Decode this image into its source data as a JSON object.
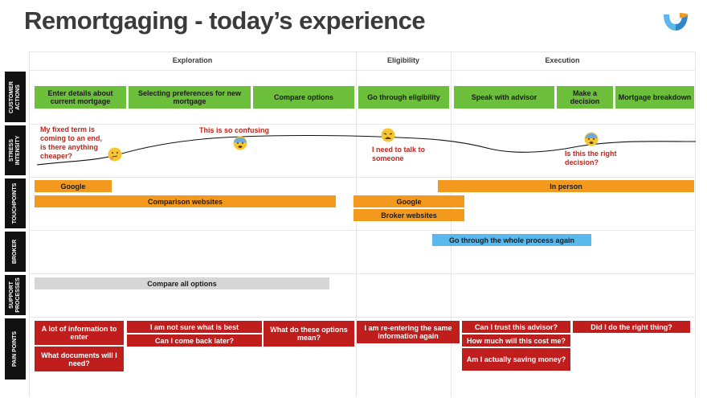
{
  "title": "Remortgaging - today’s experience",
  "phases": [
    "Exploration",
    "Eligibility",
    "Execution"
  ],
  "rows": {
    "customer_actions": "CUSTOMER ACTIONS",
    "stress_intensity": "STRESS INTENSITY",
    "touchpoints": "TOUCHPOINTS",
    "broker": "BROKER",
    "support_processes": "SUPPORT PROCESSES",
    "pain_points": "PAIN POINTS"
  },
  "actions": [
    "Enter details about current mortgage",
    "Selecting preferences for new mortgage",
    "Compare options",
    "Go through eligibility",
    "Speak with advisor",
    "Make a decision",
    "Mortgage breakdown"
  ],
  "stress_notes": [
    "My fixed term is coming to an end, is there anything cheaper?",
    "This is so confusing",
    "I need to talk to someone",
    "Is this the right decision?"
  ],
  "emojis": [
    "thinking-face-icon",
    "anxious-face-icon",
    "weary-face-icon",
    "anxious-face-icon"
  ],
  "touchpoints": {
    "google1": "Google",
    "comparison": "Comparison websites",
    "google2": "Google",
    "broker_websites": "Broker websites",
    "in_person": "In person"
  },
  "broker": "Go through the whole process again",
  "support": "Compare all options",
  "pain_points": {
    "p1": "A lot of information to enter",
    "p2": "What documents will I need?",
    "p3": "I am not sure what is best",
    "p4": "Can I come back later?",
    "p5": "What do these options mean?",
    "p6": "I am re-entering the same information again",
    "p7": "Can I trust this advisor?",
    "p8": "How much will this cost me?",
    "p9": "Am I actually saving money?",
    "p10": "Did I do the right thing?"
  },
  "colors": {
    "actions": "#6cbf3a",
    "touchpoints": "#f39a1e",
    "broker": "#5bb8ec",
    "support": "#d6d6d6",
    "pain": "#c01d1d",
    "note": "#c0261d"
  }
}
